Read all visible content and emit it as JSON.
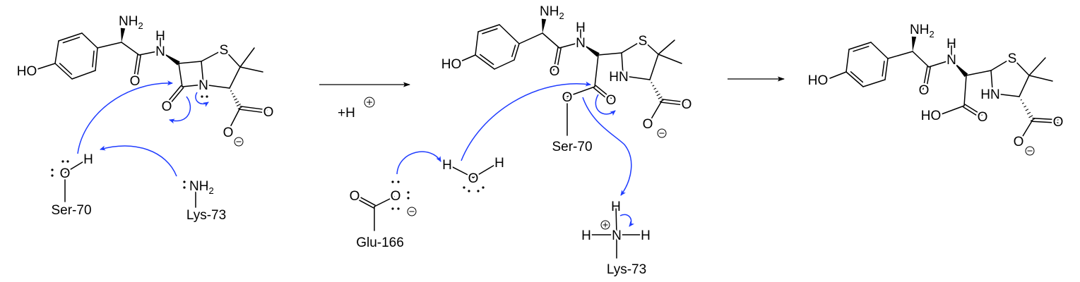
{
  "colors": {
    "mechanism_arrow": "#1f3cff",
    "structure": "#000000"
  },
  "reactant": {
    "ho": "HO",
    "nh": "NH",
    "nh_sub": "2",
    "amide_h": "H",
    "amide_n": "N",
    "amide_o": "O",
    "s": "S",
    "lactam_n": "N",
    "lactam_o": "O",
    "carboxyl_o": "O",
    "carboxylate_o": "O",
    "ser_o": "O",
    "ser_h": "H",
    "ser_label": "Ser-70",
    "lys_nh": "NH",
    "lys_sub": "2",
    "lys_label": "Lys-73"
  },
  "step1": {
    "reagent": "+H"
  },
  "intermediate": {
    "ho": "HO",
    "nh": "NH",
    "nh_sub": "2",
    "amide_h": "H",
    "amide_n": "N",
    "amide_o": "O",
    "s": "S",
    "hn": "HN",
    "ester_o": "O",
    "ester_carbonyl_o": "O",
    "carboxyl_o": "O",
    "carboxylate_o": "O",
    "ser_label": "Ser-70",
    "glu_o1": "O",
    "glu_o2": "O",
    "glu_label": "Glu-166",
    "water_h1": "H",
    "water_o": "O",
    "water_h2": "H",
    "lys_h_top": "H",
    "lys_n": "N",
    "lys_h_left": "H",
    "lys_h_right": "H",
    "lys_label": "Lys-73"
  },
  "product": {
    "ho": "HO",
    "nh": "NH",
    "nh_sub": "2",
    "amide_h": "H",
    "amide_n": "N",
    "amide_o": "O",
    "s": "S",
    "hn": "HN",
    "acid_ho": "HO",
    "acid_o": "O",
    "carboxyl_o": "O",
    "carboxylate_o": "O"
  }
}
